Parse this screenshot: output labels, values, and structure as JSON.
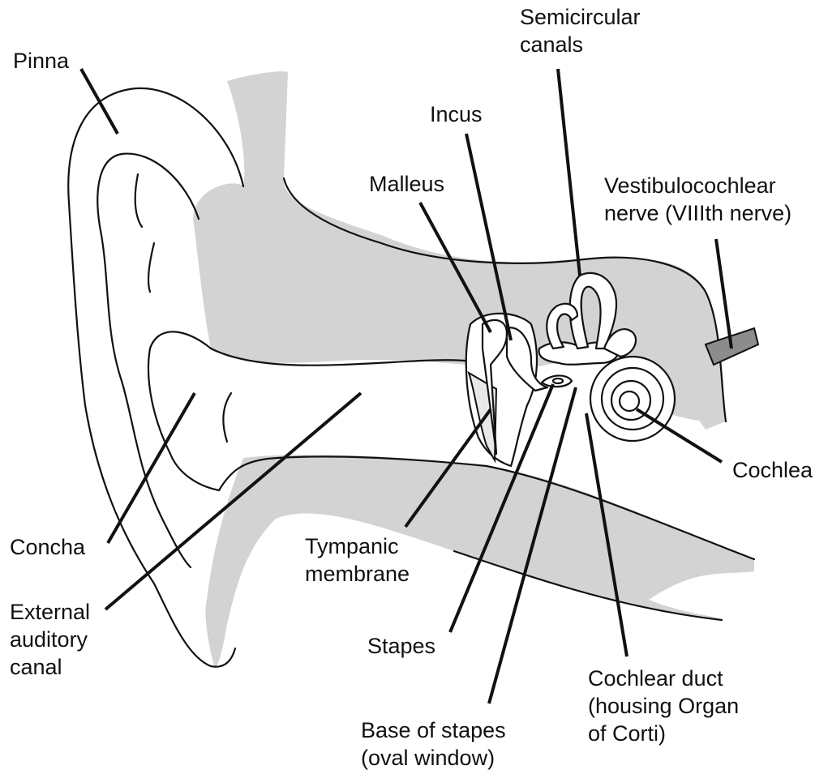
{
  "labels": {
    "pinna": [
      "Pinna"
    ],
    "semicircular_canals": [
      "Semicircular",
      "canals"
    ],
    "incus": [
      "Incus"
    ],
    "malleus": [
      "Malleus"
    ],
    "vestibulocochlear_nerve": [
      "Vestibulocochlear",
      "nerve (VIIIth nerve)"
    ],
    "cochlea": [
      "Cochlea"
    ],
    "concha": [
      "Concha"
    ],
    "tympanic_membrane": [
      "Tympanic",
      "membrane"
    ],
    "external_auditory_canal": [
      "External",
      "auditory",
      "canal"
    ],
    "stapes": [
      "Stapes"
    ],
    "cochlear_duct": [
      "Cochlear duct",
      "(housing Organ",
      "of Corti)"
    ],
    "base_of_stapes": [
      "Base of stapes",
      "(oval window)"
    ]
  },
  "colors": {
    "bone_fill": "#d3d3d3",
    "line": "#111111",
    "background": "#ffffff"
  }
}
